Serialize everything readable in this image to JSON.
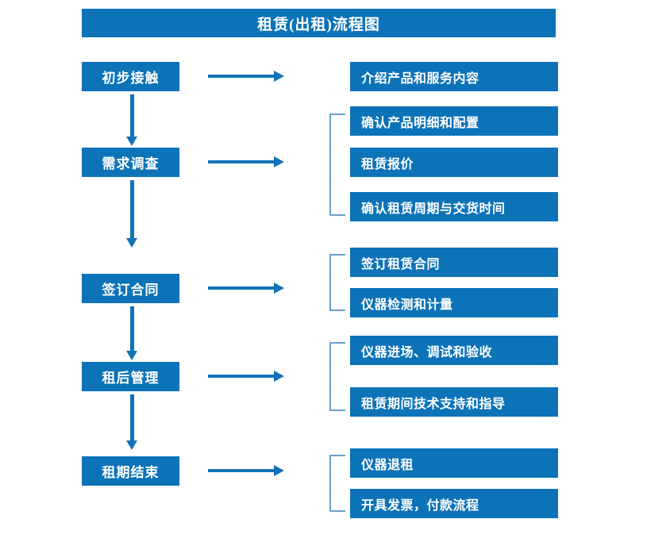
{
  "document": {
    "title": "租赁(出租)流程图",
    "colors": {
      "box_blue": "#0D73B8",
      "arrow_blue": "#1273B8",
      "bracket_blue": "#6E9FC4",
      "text_white": "#FFFFFF",
      "background": "#FFFFFF"
    }
  },
  "flow": {
    "stages": [
      {
        "label": "初步接触",
        "details": [
          "介绍产品和服务内容"
        ]
      },
      {
        "label": "需求调查",
        "details": [
          "确认产品明细和配置",
          "租赁报价",
          "确认租赁周期与交货时间"
        ]
      },
      {
        "label": "签订合同",
        "details": [
          "签订租赁合同",
          "仪器检测和计量"
        ]
      },
      {
        "label": "租后管理",
        "details": [
          "仪器进场、调试和验收",
          "租赁期间技术支持和指导"
        ]
      },
      {
        "label": "租期结束",
        "details": [
          "仪器退租",
          "开具发票，付款流程"
        ]
      }
    ]
  },
  "chart_data": {
    "type": "diagram",
    "diagram_kind": "flowchart",
    "title": "租赁(出租)流程图",
    "orientation": "vertical-main-flow-with-horizontal-branches",
    "nodes": [
      {
        "id": "s1",
        "text": "初步接触",
        "column": "left",
        "order": 1
      },
      {
        "id": "s2",
        "text": "需求调查",
        "column": "left",
        "order": 2
      },
      {
        "id": "s3",
        "text": "签订合同",
        "column": "left",
        "order": 3
      },
      {
        "id": "s4",
        "text": "租后管理",
        "column": "left",
        "order": 4
      },
      {
        "id": "s5",
        "text": "租期结束",
        "column": "left",
        "order": 5
      },
      {
        "id": "d1",
        "text": "介绍产品和服务内容",
        "column": "right",
        "group": 1
      },
      {
        "id": "d2",
        "text": "确认产品明细和配置",
        "column": "right",
        "group": 2
      },
      {
        "id": "d3",
        "text": "租赁报价",
        "column": "right",
        "group": 2
      },
      {
        "id": "d4",
        "text": "确认租赁周期与交货时间",
        "column": "right",
        "group": 2
      },
      {
        "id": "d5",
        "text": "签订租赁合同",
        "column": "right",
        "group": 3
      },
      {
        "id": "d6",
        "text": "仪器检测和计量",
        "column": "right",
        "group": 3
      },
      {
        "id": "d7",
        "text": "仪器进场、调试和验收",
        "column": "right",
        "group": 4
      },
      {
        "id": "d8",
        "text": "租赁期间技术支持和指导",
        "column": "right",
        "group": 4
      },
      {
        "id": "d9",
        "text": "仪器退租",
        "column": "right",
        "group": 5
      },
      {
        "id": "d10",
        "text": "开具发票，付款流程",
        "column": "right",
        "group": 5
      }
    ],
    "edges": [
      {
        "from": "s1",
        "to": "s2",
        "kind": "vertical-arrow"
      },
      {
        "from": "s2",
        "to": "s3",
        "kind": "vertical-arrow"
      },
      {
        "from": "s3",
        "to": "s4",
        "kind": "vertical-arrow"
      },
      {
        "from": "s4",
        "to": "s5",
        "kind": "vertical-arrow"
      },
      {
        "from": "s1",
        "to": "group-1",
        "kind": "horizontal-arrow"
      },
      {
        "from": "s2",
        "to": "group-2",
        "kind": "horizontal-arrow"
      },
      {
        "from": "s3",
        "to": "group-3",
        "kind": "horizontal-arrow"
      },
      {
        "from": "s4",
        "to": "group-4",
        "kind": "horizontal-arrow"
      },
      {
        "from": "s5",
        "to": "group-5",
        "kind": "horizontal-arrow"
      }
    ]
  }
}
